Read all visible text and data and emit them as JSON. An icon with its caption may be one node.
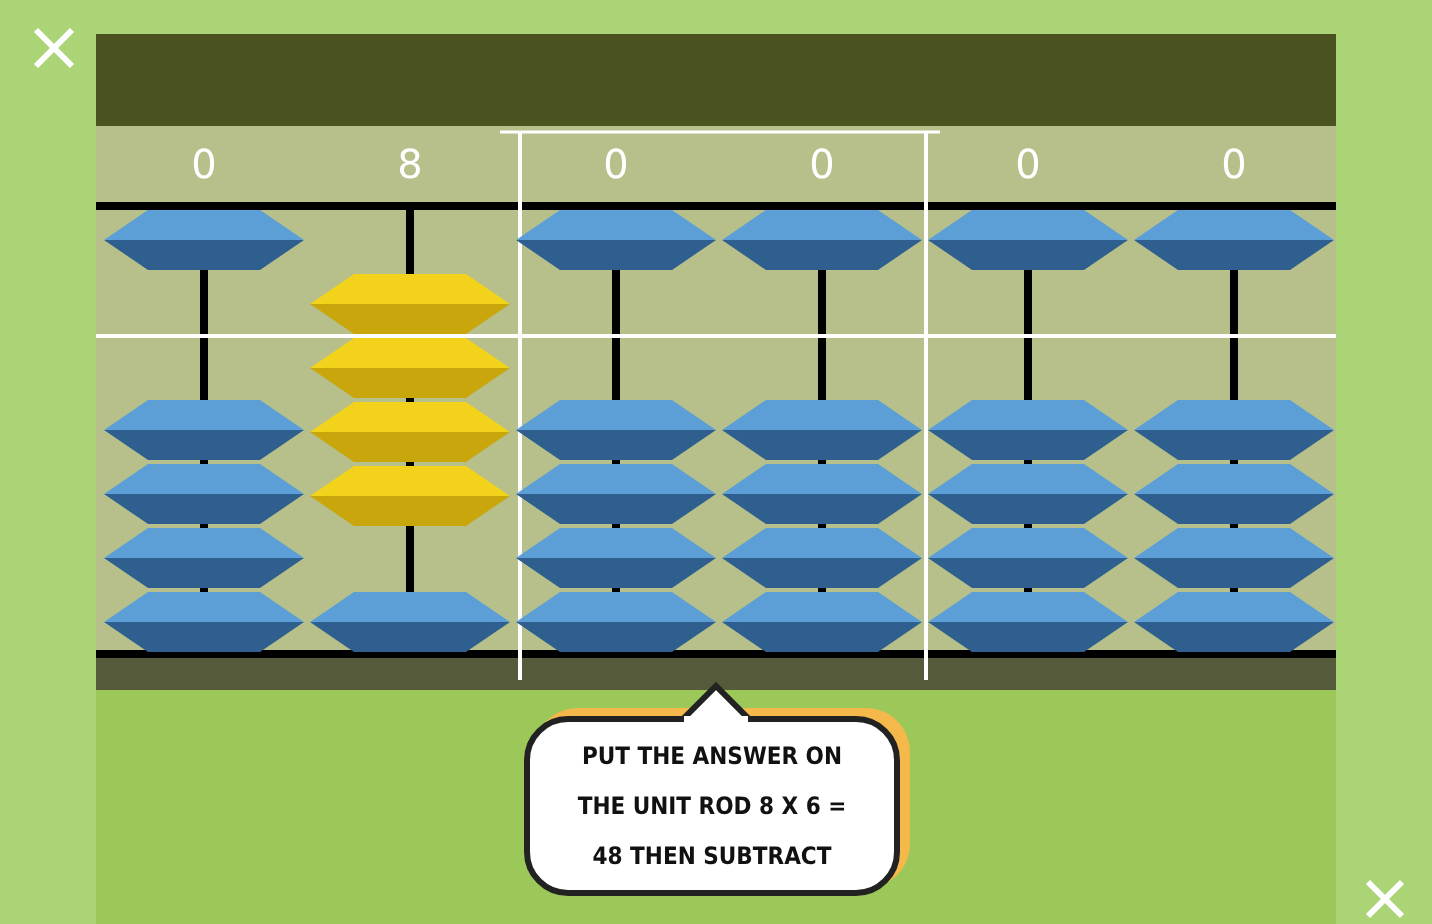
{
  "diagram": {
    "nodes": [
      {
        "text": [
          "PUT THE ANSWER ON THE UNIT ROD 8 X 6 = 48 THEN SUBTRACT"
        ]
      }
    ],
    "edges": [],
    "labels": [
      "0",
      "8",
      "0",
      "0",
      "0",
      "0"
    ]
  }
}
